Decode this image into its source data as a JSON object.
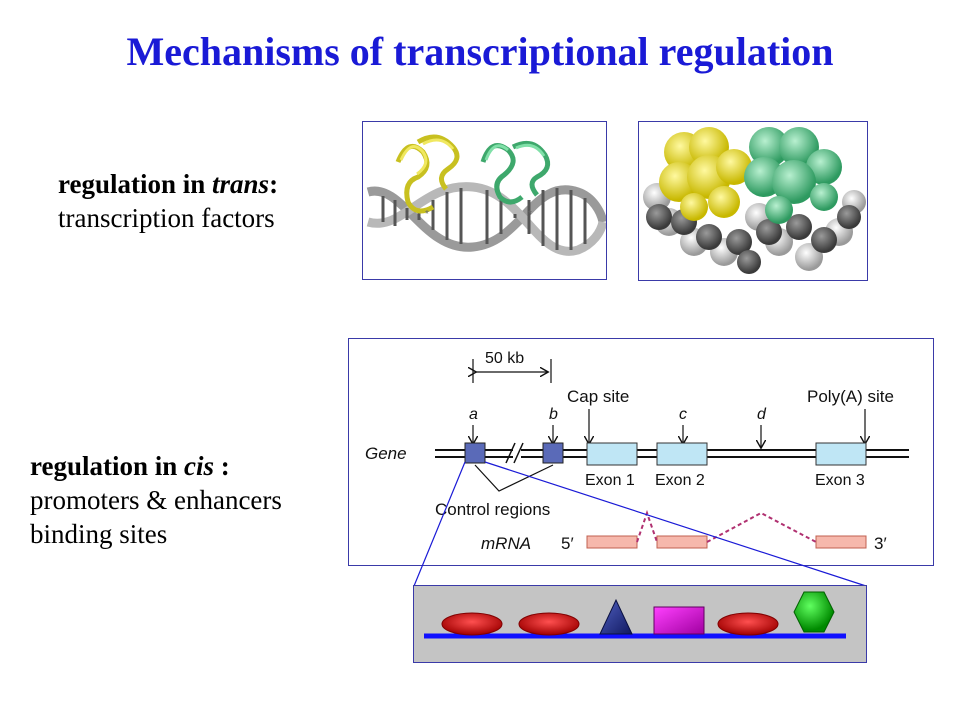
{
  "title": "Mechanisms of transcriptional regulation",
  "trans_section": {
    "line1_prefix": "regulation in ",
    "line1_italic": "trans",
    "line1_suffix": ":",
    "line2": "transcription factors"
  },
  "cis_section": {
    "line1_prefix": "regulation in ",
    "line1_italic": "cis",
    "line1_suffix": " :",
    "line2": "promoters & enhancers",
    "line3": "binding sites"
  },
  "gene_diagram": {
    "scale_label": "50 kb",
    "cap_site": "Cap site",
    "polya_site": "Poly(A) site",
    "marker_a": "a",
    "marker_b": "b",
    "marker_c": "c",
    "marker_d": "d",
    "gene_label": "Gene",
    "exon1": "Exon 1",
    "exon2": "Exon 2",
    "exon3": "Exon 3",
    "control_regions": "Control regions",
    "mrna_label": "mRNA",
    "five_prime": "5′",
    "three_prime": "3′"
  },
  "colors": {
    "title": "#1a1ad6",
    "yellow_protein": "#e8e040",
    "green_protein": "#5cc48a",
    "exon_fill": "#bfe6f5",
    "mrna_fill": "#f6b8ac",
    "control_fill": "#5a6ab8",
    "splice_line": "#b03070",
    "dna_blue": "#1010ff",
    "red_site": "#dd0000",
    "triangle_site": "#1a2a8a",
    "magenta_site": "#cc00cc",
    "green_site": "#00cc00"
  }
}
